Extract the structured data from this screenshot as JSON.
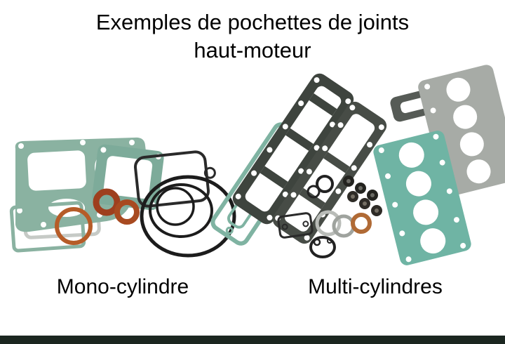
{
  "title": {
    "line1": "Exemples de pochettes de joints",
    "line2": "haut-moteur"
  },
  "captions": {
    "left": "Mono-cylindre",
    "right": "Multi-cylindres"
  },
  "illustration": {
    "left_kit": "pochette de joints haut-moteur mono-cylindre",
    "right_kit": "pochette de joints haut-moteur multi-cylindres"
  },
  "colors": {
    "background": "#ffffff",
    "text": "#000000",
    "gasket_teal": "#7fb3a2",
    "gasket_teal_light": "#8ab2a1",
    "gasket_copper": "#a84a20",
    "gasket_orange": "#b65c28",
    "gasket_dark": "#3e443e",
    "gasket_gray": "#a7aba6",
    "oring_black": "#1c1c1c",
    "photo_edge": "#1b2620"
  }
}
